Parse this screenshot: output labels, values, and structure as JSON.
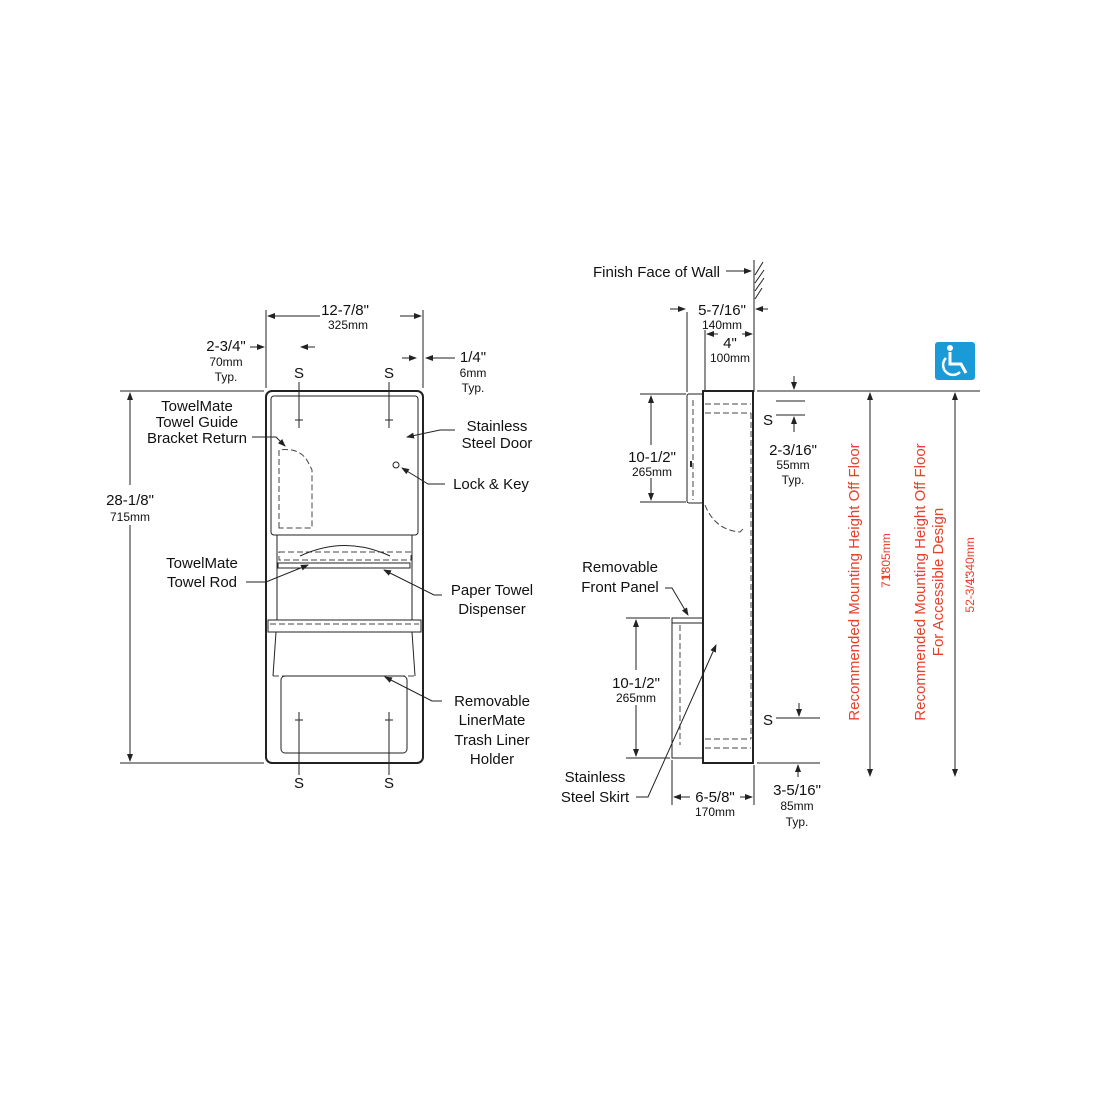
{
  "front_view": {
    "width_dim": {
      "imperial": "12-7/8\"",
      "metric": "325mm"
    },
    "left_offset_dim": {
      "imperial": "2-3/4\"",
      "metric": "70mm",
      "note": "Typ."
    },
    "right_offset_dim": {
      "imperial": "1/4\"",
      "metric": "6mm",
      "note": "Typ."
    },
    "height_dim": {
      "imperial": "28-1/8\"",
      "metric": "715mm"
    },
    "screw_marker": "S",
    "callouts": {
      "towel_guide": [
        "TowelMate",
        "Towel Guide",
        "Bracket Return"
      ],
      "door": [
        "Stainless",
        "Steel Door"
      ],
      "lock": "Lock & Key",
      "towel_rod": [
        "TowelMate",
        "Towel Rod"
      ],
      "dispenser": [
        "Paper Towel",
        "Dispenser"
      ],
      "liner_holder": [
        "Removable",
        "LinerMate",
        "Trash Liner",
        "Holder"
      ]
    }
  },
  "side_view": {
    "wall_label": "Finish Face of Wall",
    "depth_dim": {
      "imperial": "5-7/16\"",
      "metric": "140mm"
    },
    "recess_dim": {
      "imperial": "4\"",
      "metric": "100mm"
    },
    "upper_height_dim": {
      "imperial": "10-1/2\"",
      "metric": "265mm"
    },
    "lower_height_dim": {
      "imperial": "10-1/2\"",
      "metric": "265mm"
    },
    "top_screw_dim": {
      "imperial": "2-3/16\"",
      "metric": "55mm",
      "note": "Typ."
    },
    "bottom_screw_dim": {
      "imperial": "3-5/16\"",
      "metric": "85mm",
      "note": "Typ."
    },
    "skirt_depth_dim": {
      "imperial": "6-5/8\"",
      "metric": "170mm"
    },
    "screw_marker": "S",
    "callouts": {
      "front_panel": [
        "Removable",
        "Front Panel"
      ],
      "skirt": [
        "Stainless",
        "Steel Skirt"
      ]
    }
  },
  "mounting": {
    "standard": {
      "label": "Recommended Mounting Height Off Floor",
      "imperial": "71''",
      "metric": "1805mm"
    },
    "accessible": {
      "label": [
        "Recommended Mounting Height Off Floor",
        "For Accessible Design"
      ],
      "imperial": "52-3/4''",
      "metric": "1340mm"
    },
    "icon": "wheelchair-accessibility-icon",
    "colors": {
      "annotation": "#e8402a",
      "accessibility": "#1a9ad6"
    }
  }
}
